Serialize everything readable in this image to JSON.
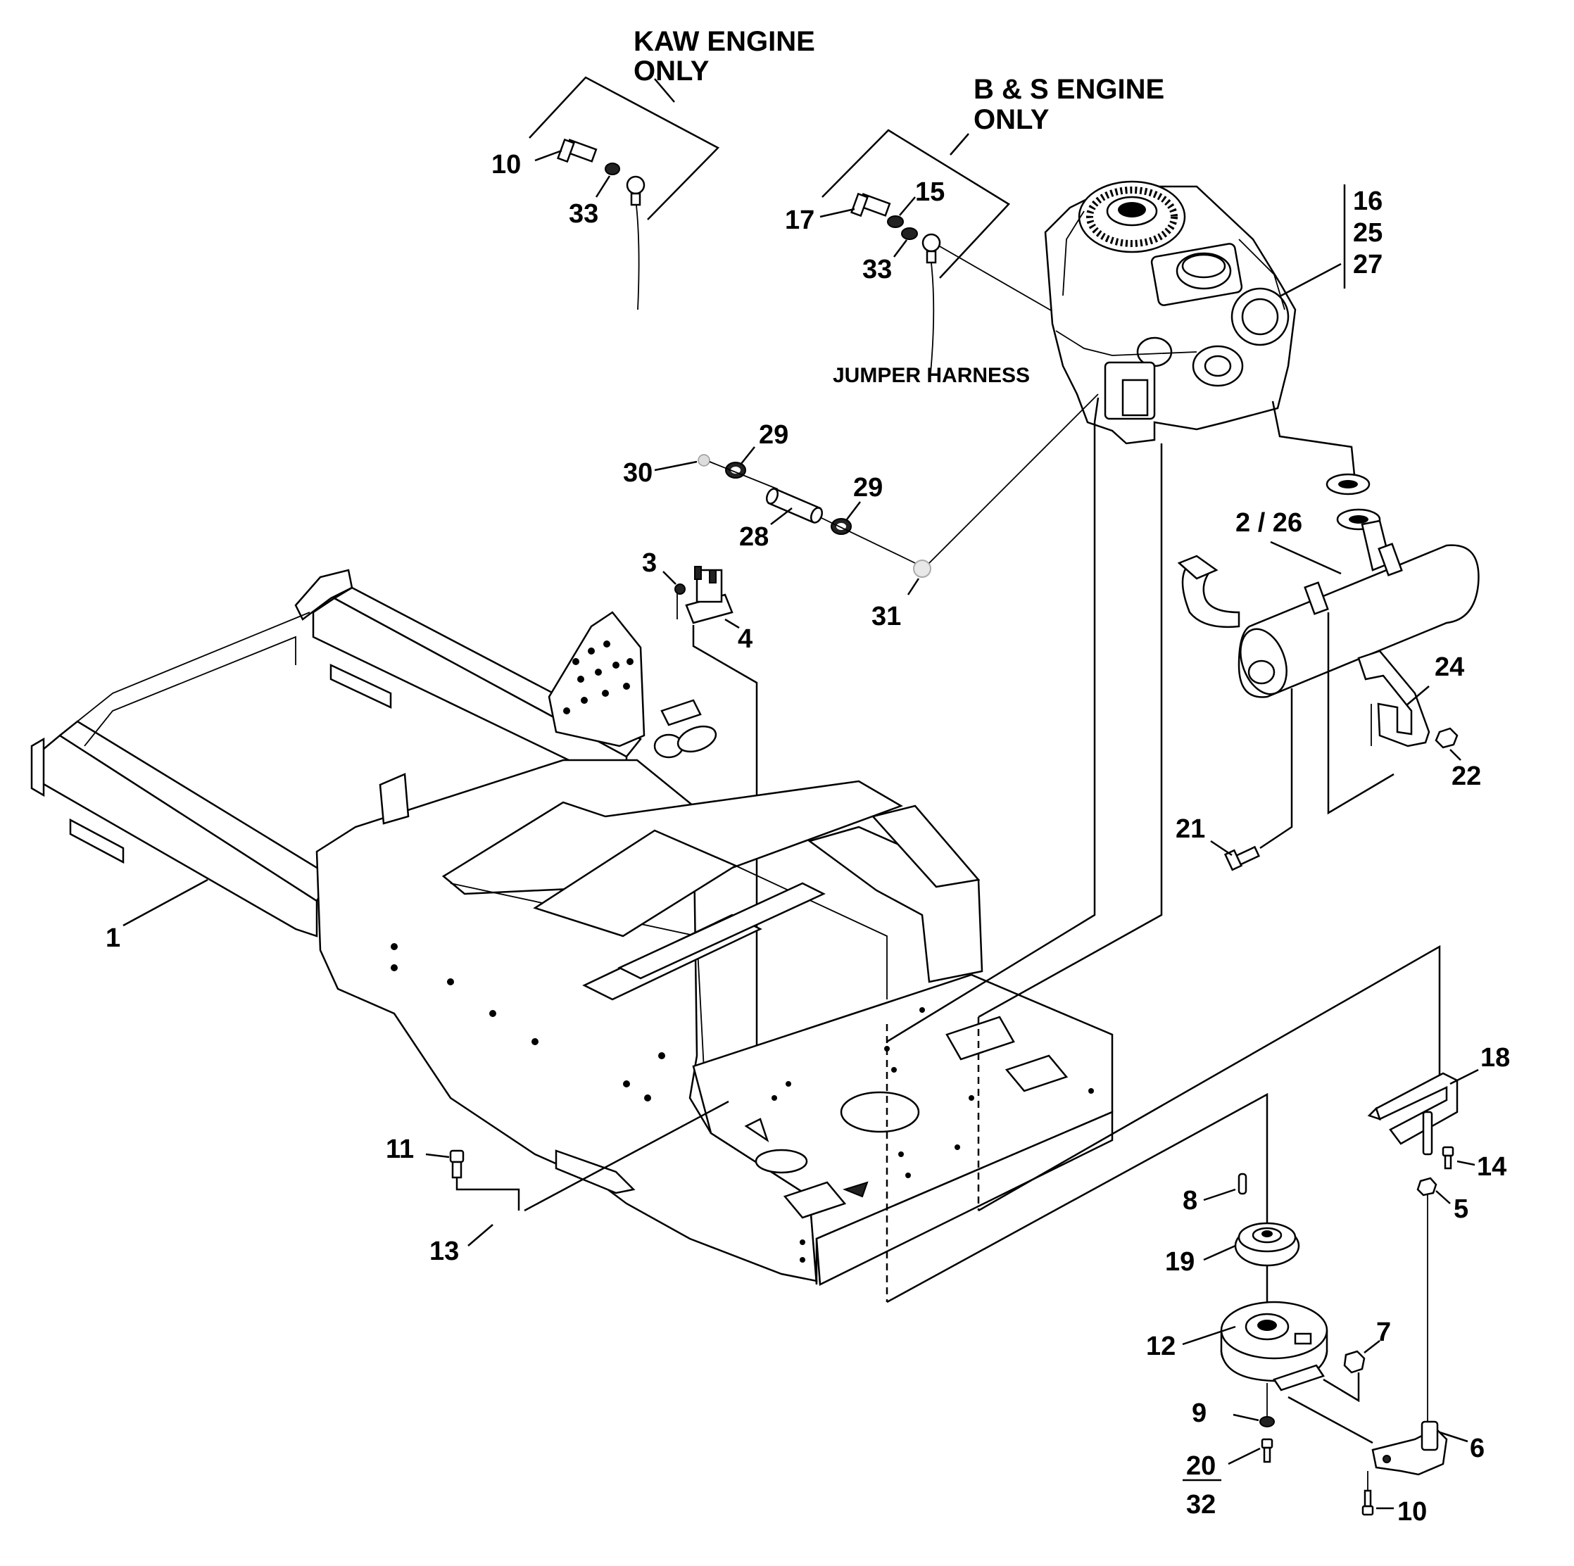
{
  "headings": {
    "kaw_line1": "KAW ENGINE",
    "kaw_line2": "ONLY",
    "bs_line1": "B & S ENGINE",
    "bs_line2": "ONLY",
    "jumper_harness": "JUMPER HARNESS"
  },
  "callouts": {
    "c1": "1",
    "c2_26": "2 / 26",
    "c3": "3",
    "c4": "4",
    "c5": "5",
    "c6": "6",
    "c7": "7",
    "c8": "8",
    "c9": "9",
    "c10_kaw": "10",
    "c10_bottom": "10",
    "c11": "11",
    "c12": "12",
    "c13": "13",
    "c14": "14",
    "c15": "15",
    "c16": "16",
    "c25": "25",
    "c27": "27",
    "c17": "17",
    "c18": "18",
    "c19": "19",
    "c20": "20",
    "c32": "32",
    "c21": "21",
    "c22": "22",
    "c24": "24",
    "c28": "28",
    "c29_a": "29",
    "c29_b": "29",
    "c30": "30",
    "c31": "31",
    "c33_kaw": "33",
    "c33_bs": "33"
  }
}
